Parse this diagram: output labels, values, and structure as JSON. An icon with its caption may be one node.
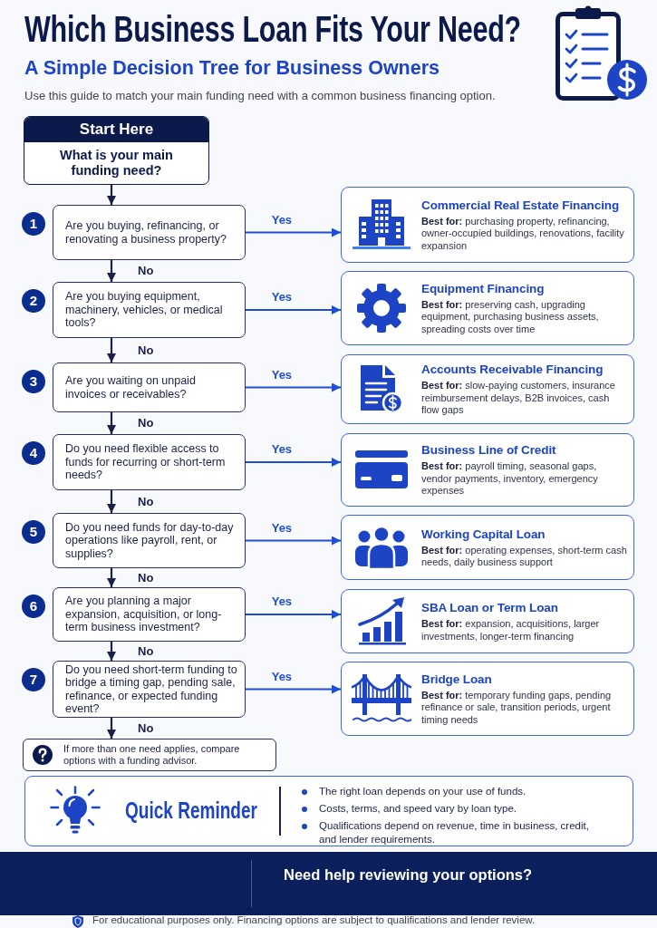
{
  "diagram": {
    "title": "Which Business Loan Fits Your Need?",
    "nodes": [
      {
        "text": [
          "Start Here",
          "What is your main funding need?"
        ]
      },
      {
        "text": [
          "Are you buying, refinancing, or renovating a business property?"
        ],
        "beside": [
          "1"
        ]
      },
      {
        "text": [
          "Are you buying equipment, machinery, vehicles, or medical tools?"
        ],
        "beside": [
          "2"
        ]
      },
      {
        "text": [
          "Are you waiting on unpaid invoices or receivables?"
        ],
        "beside": [
          "3"
        ]
      },
      {
        "text": [
          "Do you need flexible access to funds for recurring or short-term needs?"
        ],
        "beside": [
          "4"
        ]
      },
      {
        "text": [
          "Do you need funds for day-to-day operations like payroll, rent, or supplies?"
        ],
        "beside": [
          "5"
        ]
      },
      {
        "text": [
          "Are you planning a major expansion, acquisition, or long-term business investment?"
        ],
        "beside": [
          "6"
        ]
      },
      {
        "text": [
          "Do you need short-term funding to bridge a timing gap, pending sale, refinance, or expected funding event?"
        ],
        "beside": [
          "7"
        ]
      },
      {
        "text": [
          "If more than one need applies, compare options with a funding advisor."
        ]
      },
      {
        "text": [
          "Commercial Real Estate Financing",
          "**Best for:** purchasing property, refinancing, owner-occupied buildings, renovations, facility expansion"
        ]
      },
      {
        "text": [
          "Equipment Financing",
          "**Best for:** preserving cash, upgrading equipment, purchasing business assets, spreading costs over time"
        ]
      },
      {
        "text": [
          "Accounts Receivable Financing",
          "**Best for:** slow-paying customers, insurance reimbursement delays, B2B invoices, cash flow gaps"
        ]
      },
      {
        "text": [
          "Business Line of Credit",
          "**Best for:** payroll timing, seasonal gaps, vendor payments, inventory, emergency expenses"
        ]
      },
      {
        "text": [
          "Working Capital Loan",
          "**Best for:** operating expenses, short-term cash needs, daily business support"
        ]
      },
      {
        "text": [
          "SBA Loan or Term Loan",
          "**Best for:** expansion, acquisitions, larger investments, longer-term financing"
        ]
      },
      {
        "text": [
          "Bridge Loan",
          "**Best for:** temporary funding gaps, pending refinance or sale, transition periods, urgent timing needs"
        ]
      },
      {
        "text": [
          "Quick Reminder",
          "The right loan depends on your use of funds.",
          "Costs, terms, and speed vary by loan type.",
          "Qualifications depend on revenue, time in business, credit, and lender requirements."
        ]
      },
      {
        "text": [
          "Need help reviewing your options?"
        ]
      }
    ],
    "edges": [
      {
        "from": 0,
        "to": 1,
        "arrow": "to"
      },
      {
        "from": 1,
        "to": 9,
        "arrow": "to",
        "label": "Yes",
        "color": "#1d4ed8"
      },
      {
        "from": 1,
        "to": 2,
        "arrow": "to",
        "label": "No"
      },
      {
        "from": 2,
        "to": 10,
        "arrow": "to",
        "label": "Yes",
        "color": "#1d4ed8"
      },
      {
        "from": 2,
        "to": 3,
        "arrow": "to",
        "label": "No"
      },
      {
        "from": 3,
        "to": 11,
        "arrow": "to",
        "label": "Yes",
        "color": "#1d4ed8"
      },
      {
        "from": 3,
        "to": 4,
        "arrow": "to",
        "label": "No"
      },
      {
        "from": 4,
        "to": 12,
        "arrow": "to",
        "label": "Yes",
        "color": "#1d4ed8"
      },
      {
        "from": 4,
        "to": 5,
        "arrow": "to",
        "label": "No"
      },
      {
        "from": 5,
        "to": 13,
        "arrow": "to",
        "label": "Yes",
        "color": "#1d4ed8"
      },
      {
        "from": 5,
        "to": 6,
        "arrow": "to",
        "label": "No"
      },
      {
        "from": 6,
        "to": 14,
        "arrow": "to",
        "label": "Yes",
        "color": "#1d4ed8"
      },
      {
        "from": 6,
        "to": 7,
        "arrow": "to",
        "label": "No"
      },
      {
        "from": 7,
        "to": 15,
        "arrow": "to",
        "label": "Yes",
        "color": "#1d4ed8"
      },
      {
        "from": 7,
        "to": 8,
        "arrow": "to",
        "label": "No"
      }
    ],
    "labels": [
      "A Simple Decision Tree for Business Owners",
      "Use this guide to match your main funding need with a common business financing option.",
      "For educational purposes only. Financing options are subject to qualifications and lender review."
    ]
  }
}
